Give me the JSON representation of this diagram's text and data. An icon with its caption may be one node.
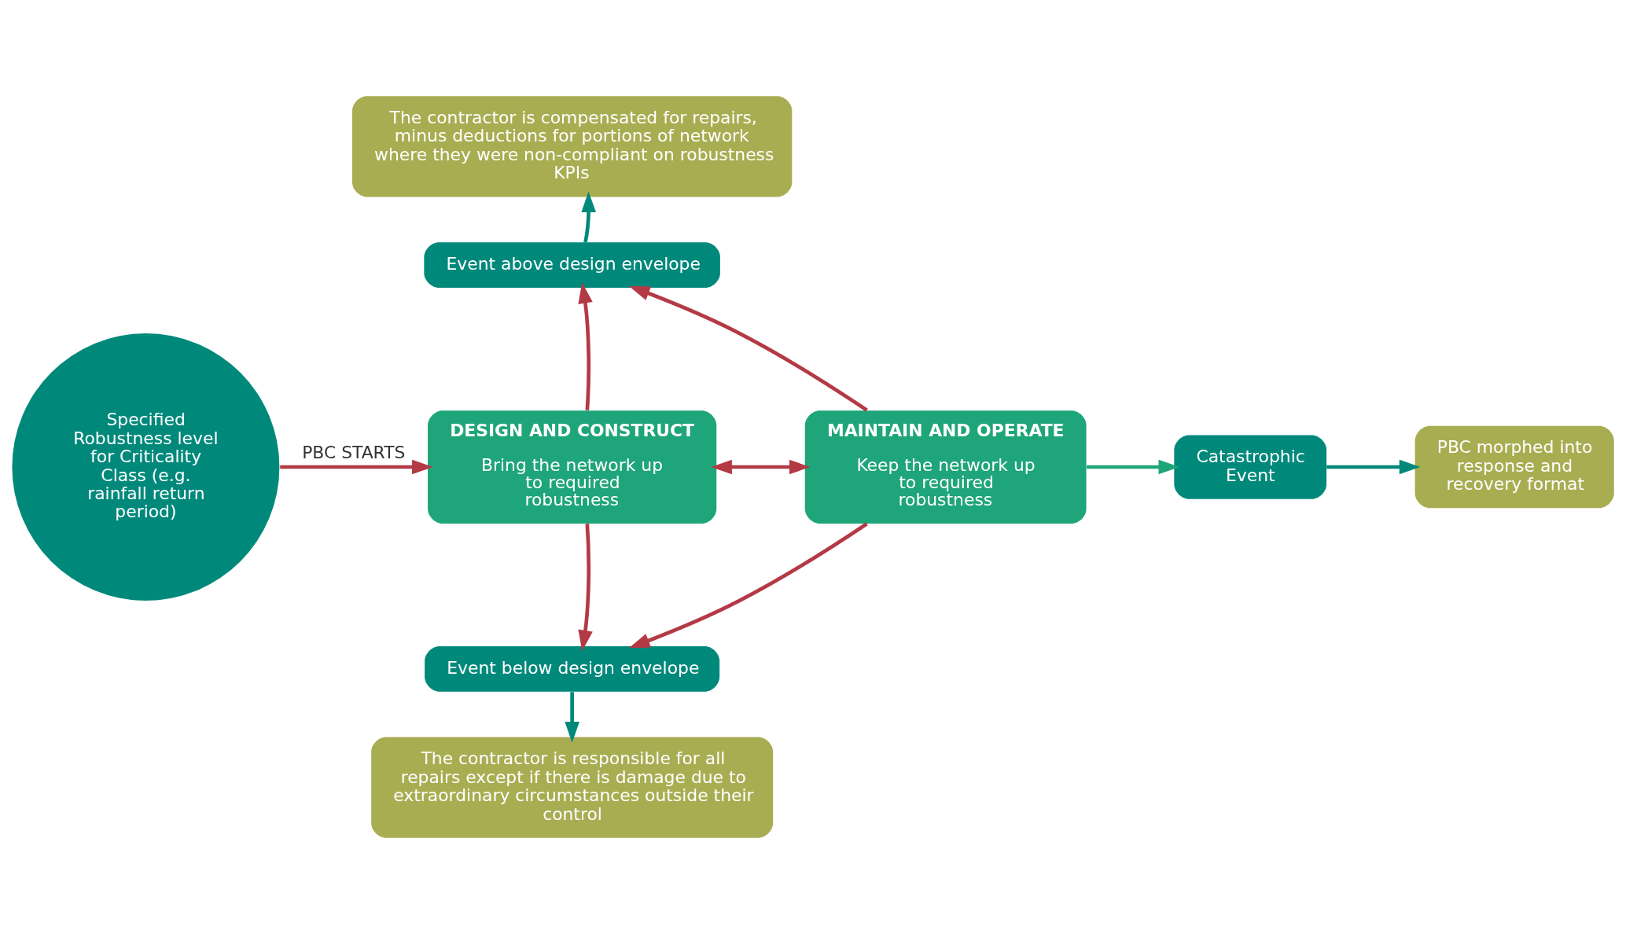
{
  "diagram": {
    "nodes": [
      {
        "text": [
          "Specified Robustness level for Criticality Class (e.g. rainfall return period)"
        ]
      },
      {
        "text": [
          "The contractor is compensated for repairs, minus deductions for portions of network where they were non-compliant on robustness KPIs"
        ]
      },
      {
        "text": [
          "Event above design envelope"
        ]
      },
      {
        "text": [
          "DESIGN AND CONSTRUCT",
          "Bring the network up to required robustness"
        ]
      },
      {
        "text": [
          "MAINTAIN AND OPERATE",
          "Keep the network up to required robustness"
        ]
      },
      {
        "text": [
          "Catastrophic Event"
        ]
      },
      {
        "text": [
          "PBC morphed into response and recovery format"
        ]
      },
      {
        "text": [
          "Event below design envelope"
        ]
      },
      {
        "text": [
          "The contractor is responsible for all repairs except if there is damage due to extraordinary circumstances outside their control"
        ]
      }
    ],
    "edges": [
      {
        "from": 0,
        "to": 3,
        "arrow": "to",
        "label": "PBC STARTS"
      },
      {
        "from": 3,
        "to": 2,
        "arrow": "to"
      },
      {
        "from": 4,
        "to": 2,
        "arrow": "to"
      },
      {
        "from": 2,
        "to": 1,
        "arrow": "to",
        "color": "#00897b"
      },
      {
        "from": 3,
        "to": 4,
        "arrow": "both"
      },
      {
        "from": 3,
        "to": 7,
        "arrow": "to"
      },
      {
        "from": 4,
        "to": 7,
        "arrow": "to"
      },
      {
        "from": 4,
        "to": 5,
        "arrow": "to",
        "color": "#1fa57a"
      },
      {
        "from": 5,
        "to": 6,
        "arrow": "to",
        "color": "#00897b"
      },
      {
        "from": 7,
        "to": 8,
        "arrow": "to",
        "color": "#00897b"
      }
    ]
  }
}
